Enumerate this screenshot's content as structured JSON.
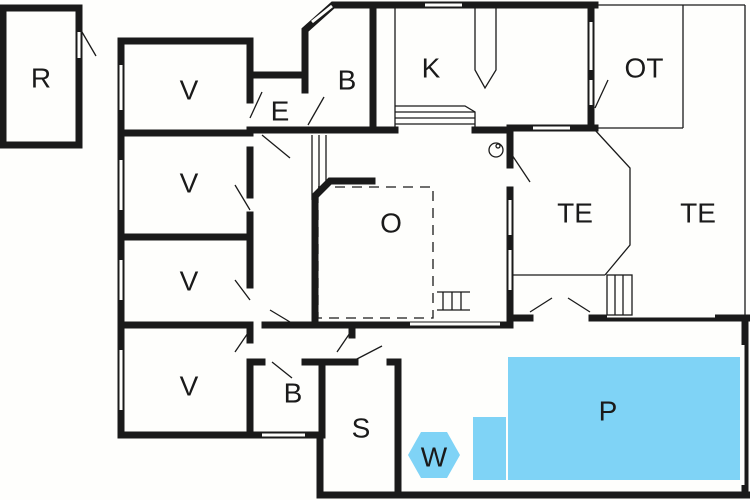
{
  "plan": {
    "rooms": {
      "r": "R",
      "v1": "V",
      "v2": "V",
      "v3": "V",
      "v4": "V",
      "e": "E",
      "b1": "B",
      "k": "K",
      "ot": "OT",
      "o": "O",
      "te1": "TE",
      "te2": "TE",
      "b2": "B",
      "s": "S",
      "p": "P",
      "w": "W"
    },
    "colors": {
      "pool": "#7fd3f6",
      "wall": "#1a1a1a",
      "background": "#fefefc"
    }
  }
}
